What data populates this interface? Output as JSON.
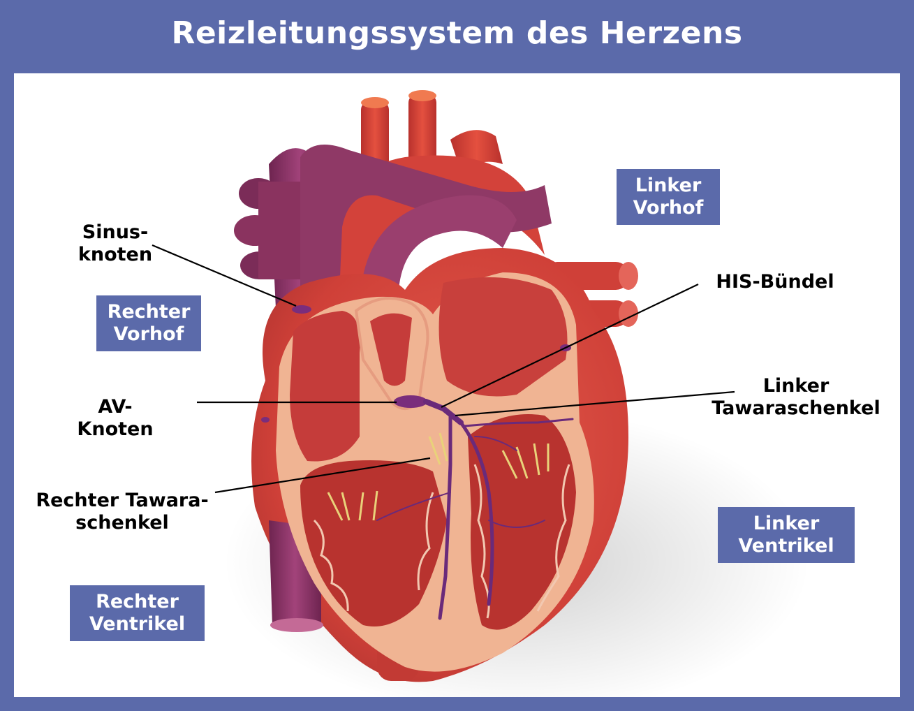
{
  "title": "Reizleitungssystem des Herzens",
  "labels": {
    "sinus": [
      "Sinus-",
      "knoten"
    ],
    "av": [
      "AV-",
      "Knoten"
    ],
    "his": "HIS-Bündel",
    "left_bundle": [
      "Linker",
      "Tawaraschenkel"
    ],
    "right_bundle": [
      "Rechter Tawara-",
      "schenkel"
    ]
  },
  "chambers": {
    "right_atrium": [
      "Rechter",
      "Vorhof"
    ],
    "left_atrium": [
      "Linker",
      "Vorhof"
    ],
    "left_ventricle": [
      "Linker",
      "Ventrikel"
    ],
    "right_ventricle": [
      "Rechter",
      "Ventrikel"
    ]
  },
  "colors": {
    "frame": "#5b6aaa",
    "muscle": "#d8493f",
    "inner_wall": "#f0b493",
    "cavity": "#c53c3a",
    "vessel_purple": "#8a2f5e",
    "conduction": "#6a2a7a",
    "valve_yellow": "#e9d27a"
  }
}
